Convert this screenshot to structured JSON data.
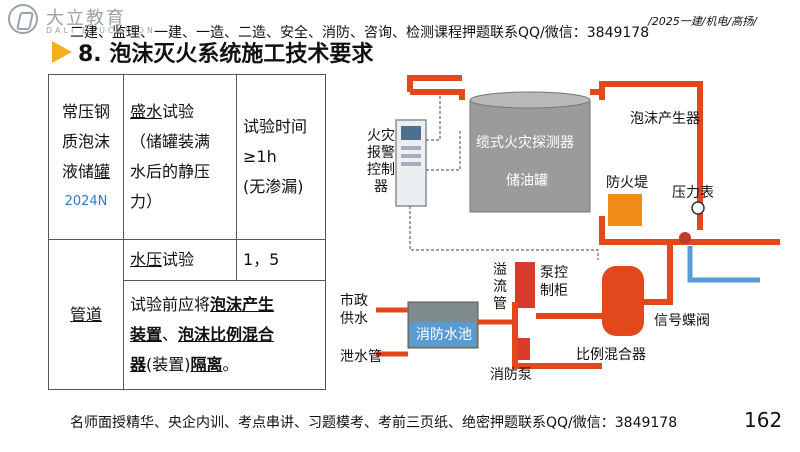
{
  "header": {
    "logo_name": "大立教育",
    "logo_en": "DALI EDUCATION",
    "top_line": "二建、监理、一建、一造、二造、安全、消防、咨询、检测课程押题联系QQ/微信：3849178",
    "tag": "/2025一建/机电/高扬/",
    "title": "8. 泡沫灭火系统施工技术要求"
  },
  "table": {
    "r1_c1_a": "常压钢",
    "r1_c1_b": "质泡沫",
    "r1_c1_c": "液储",
    "r1_c1_d": "罐",
    "r1_c1_year": "2024N",
    "r1_c2_a": "盛水",
    "r1_c2_b": "试验",
    "r1_c2_c": "（储罐装满",
    "r1_c2_d": "水后的静压",
    "r1_c2_e": "力）",
    "r1_c3_a": "试验时间",
    "r1_c3_b": "≥1h",
    "r1_c3_c": "(无渗漏)",
    "r2_c1": "管道",
    "r2_c2_a": "水压",
    "r2_c2_b": "试验",
    "r2_c3": "1，5",
    "r3_a": "试验前应将",
    "r3_b": "泡沫产生",
    "r3_c": "装置",
    "r3_d": "、",
    "r3_e": "泡沫比例混合",
    "r3_f": "器",
    "r3_g": "(装置)",
    "r3_h": "隔离",
    "r3_i": "。"
  },
  "diagram": {
    "alarm": [
      "火灾",
      "报警",
      "控制",
      "器"
    ],
    "foam_gen": "泡沫产生器",
    "detector": "缆式火灾探测器",
    "tank": "储油罐",
    "dike": "防火堤",
    "gauge": "压力表",
    "overflow": [
      "溢",
      "流",
      "管"
    ],
    "pump_cab": [
      "泵控",
      "制柜"
    ],
    "city": [
      "市政",
      "供水"
    ],
    "pool": "消防水池",
    "drain": "泄水管",
    "pump": "消防泵",
    "valve": "信号蝶阀",
    "mixer": "比例混合器"
  },
  "footer": "名师面授精华、央企内训、考点串讲、习题模考、考前三页纸、绝密押题联系QQ/微信：3849178",
  "page_number": "162",
  "colors": {
    "pipe": "#e2481c",
    "accent": "#f2b01e",
    "tank": "#9a9a9a",
    "water": "#5b9bd5"
  }
}
